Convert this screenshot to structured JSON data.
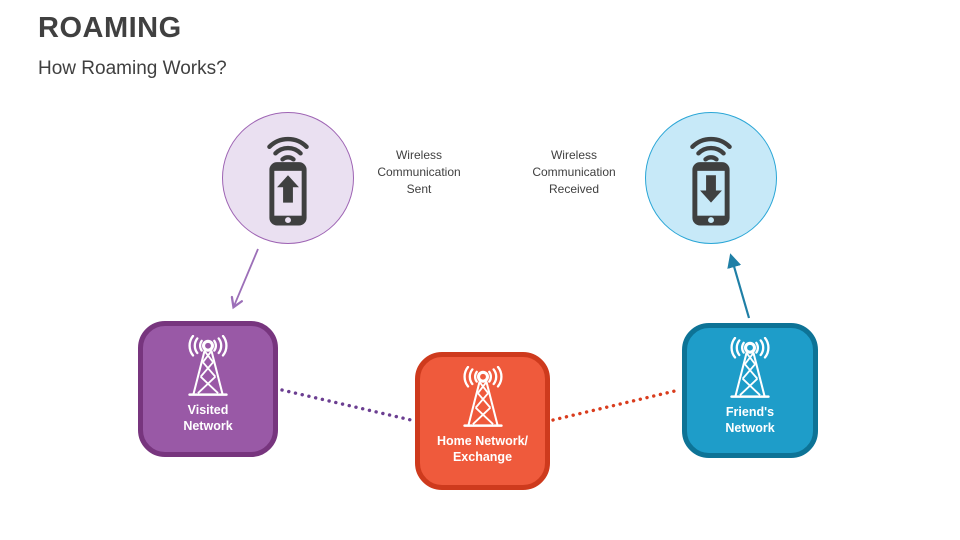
{
  "header": {
    "title": "ROAMING",
    "subtitle": "How Roaming Works?"
  },
  "annotations": {
    "sent_label": "Wireless\nCommunication\nSent",
    "received_label": "Wireless\nCommunication\nReceived"
  },
  "nodes": {
    "visited": {
      "label": "Visited\nNetwork"
    },
    "home": {
      "label": "Home Network/\nExchange"
    },
    "friends": {
      "label": "Friend's\nNetwork"
    }
  },
  "icons": {
    "sent_phone": "smartphone-upload-icon",
    "received_phone": "smartphone-download-icon",
    "tower": "radio-tower-icon"
  },
  "colors": {
    "title_text": "#404040",
    "body_text": "#404040",
    "phone_icon": "#3F4040",
    "sent_circle_fill": "#EAE0F1",
    "sent_circle_border": "#9E64B4",
    "received_circle_fill": "#C7E9F8",
    "received_circle_border": "#2AA6D6",
    "visited_fill": "#9959A6",
    "visited_border": "#77357E",
    "home_fill": "#EF5A3C",
    "home_border": "#CE3A1D",
    "friends_fill": "#1E9DC9",
    "friends_border": "#0D7396",
    "arrow_sent": "#9C6FB8",
    "arrow_received": "#1F7FA6",
    "dots_left": "#6B3E91",
    "dots_right": "#D93C1D",
    "node_text": "#FFFFFF"
  }
}
